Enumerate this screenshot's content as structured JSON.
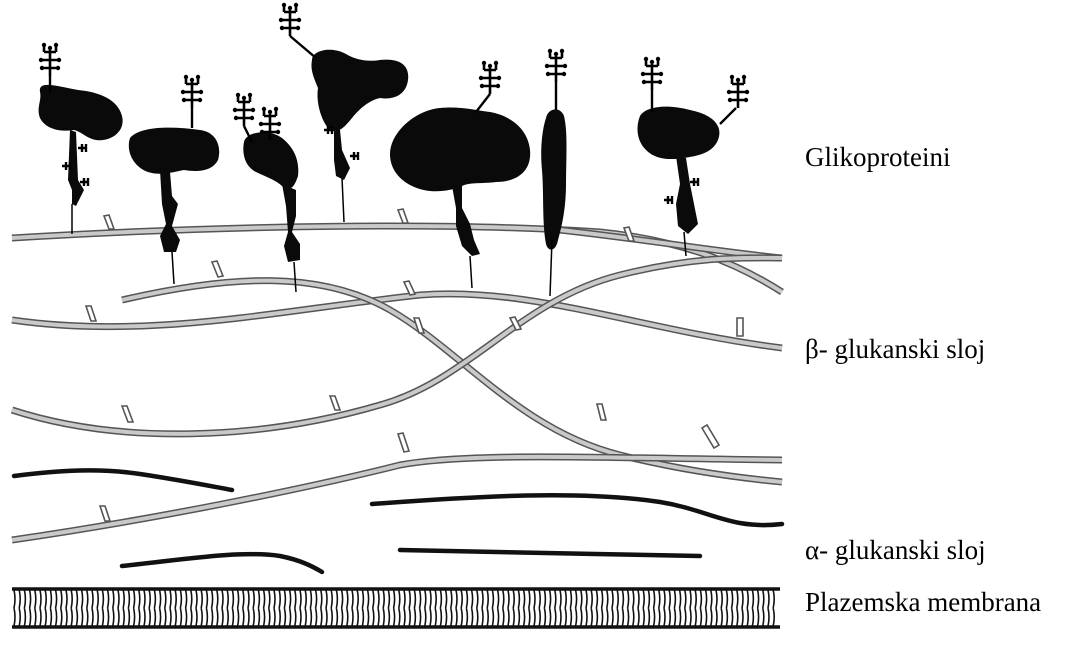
{
  "labels": {
    "glycoproteins": "Glikoproteini",
    "beta_glucan": "β- glukanski sloj",
    "alpha_glucan": "α- glukanski sloj",
    "plasma_membrane": "Plazemska membrana"
  },
  "colors": {
    "fiber_fill": "#c9c9c9",
    "fiber_outline": "#555555",
    "alpha_chain": "#111111",
    "protein": "#0a0a0a",
    "membrane": "#111111"
  }
}
